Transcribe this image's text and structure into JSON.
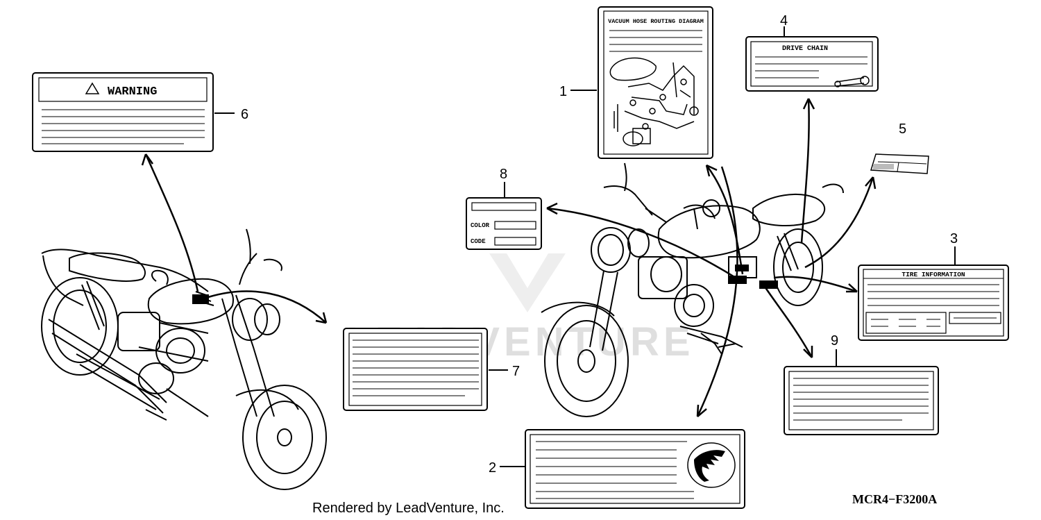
{
  "callouts": [
    "1",
    "2",
    "3",
    "4",
    "5",
    "6",
    "7",
    "8",
    "9"
  ],
  "labels": {
    "vacuum_title": "VACUUM HOSE ROUTING DIAGRAM",
    "warning_title": "WARNING",
    "drive_chain_title": "DRIVE CHAIN",
    "tire_info_title": "TIRE INFORMATION",
    "color_field": "COLOR",
    "code_field": "CODE"
  },
  "watermark": "LEADVENTURE",
  "footer": {
    "credit": "Rendered by LeadVenture, Inc.",
    "part_code": "MCR4−F3200A"
  }
}
